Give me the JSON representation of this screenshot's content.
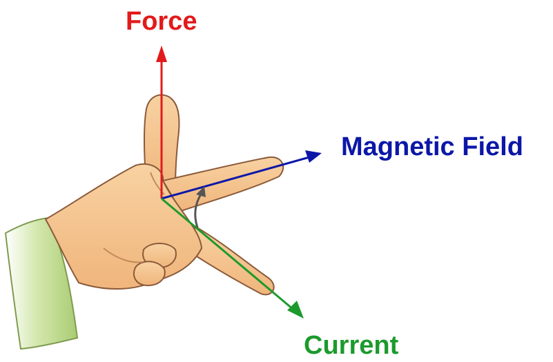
{
  "labels": {
    "force": "Force",
    "magnetic_field": "Magnetic Field",
    "current": "Current"
  },
  "colors": {
    "force": "#e31a1a",
    "magnetic_field": "#0c17a8",
    "current": "#1c9a2c",
    "skin": "#f6c792",
    "skin_shadow": "#e7a76c",
    "outline": "#8a5a3a",
    "sleeve": "#b8d58a",
    "angle_arrow": "#555555"
  },
  "icons": {
    "hand": "left-hand-icon",
    "angle": "right-angle-arc-icon"
  }
}
